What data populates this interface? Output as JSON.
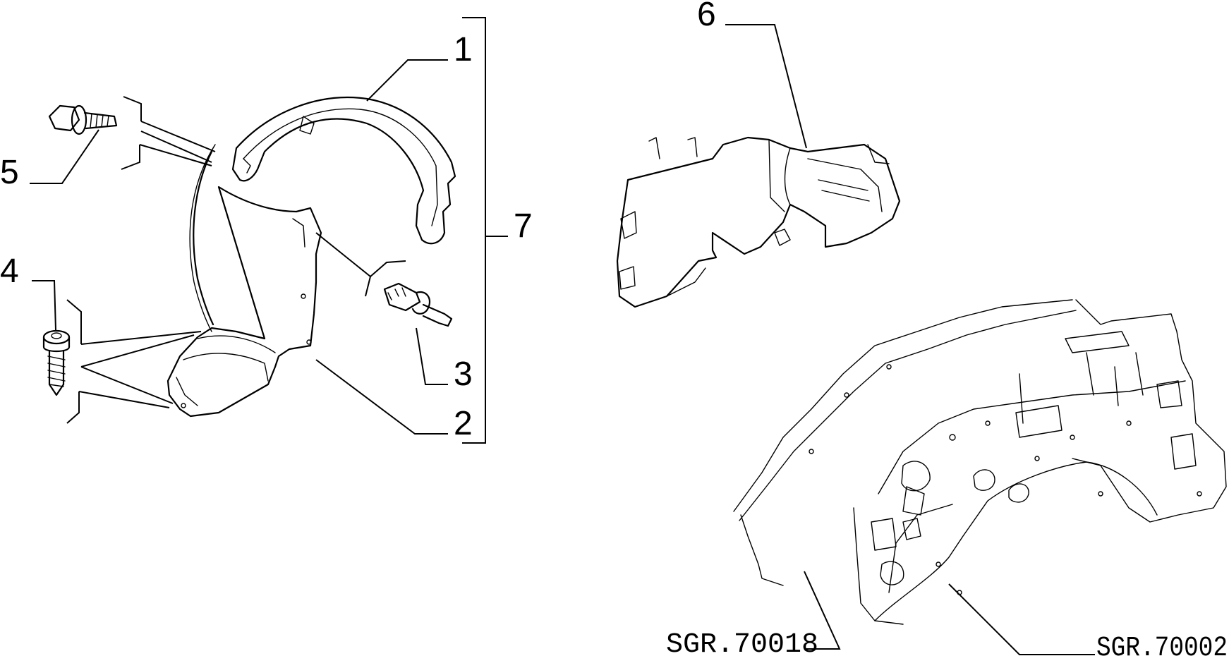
{
  "callouts": {
    "c1": "1",
    "c2": "2",
    "c3": "3",
    "c4": "4",
    "c5": "5",
    "c6": "6",
    "c7": "7"
  },
  "references": {
    "ref_a": "SGR.70018",
    "ref_b": "SGR.70002"
  }
}
